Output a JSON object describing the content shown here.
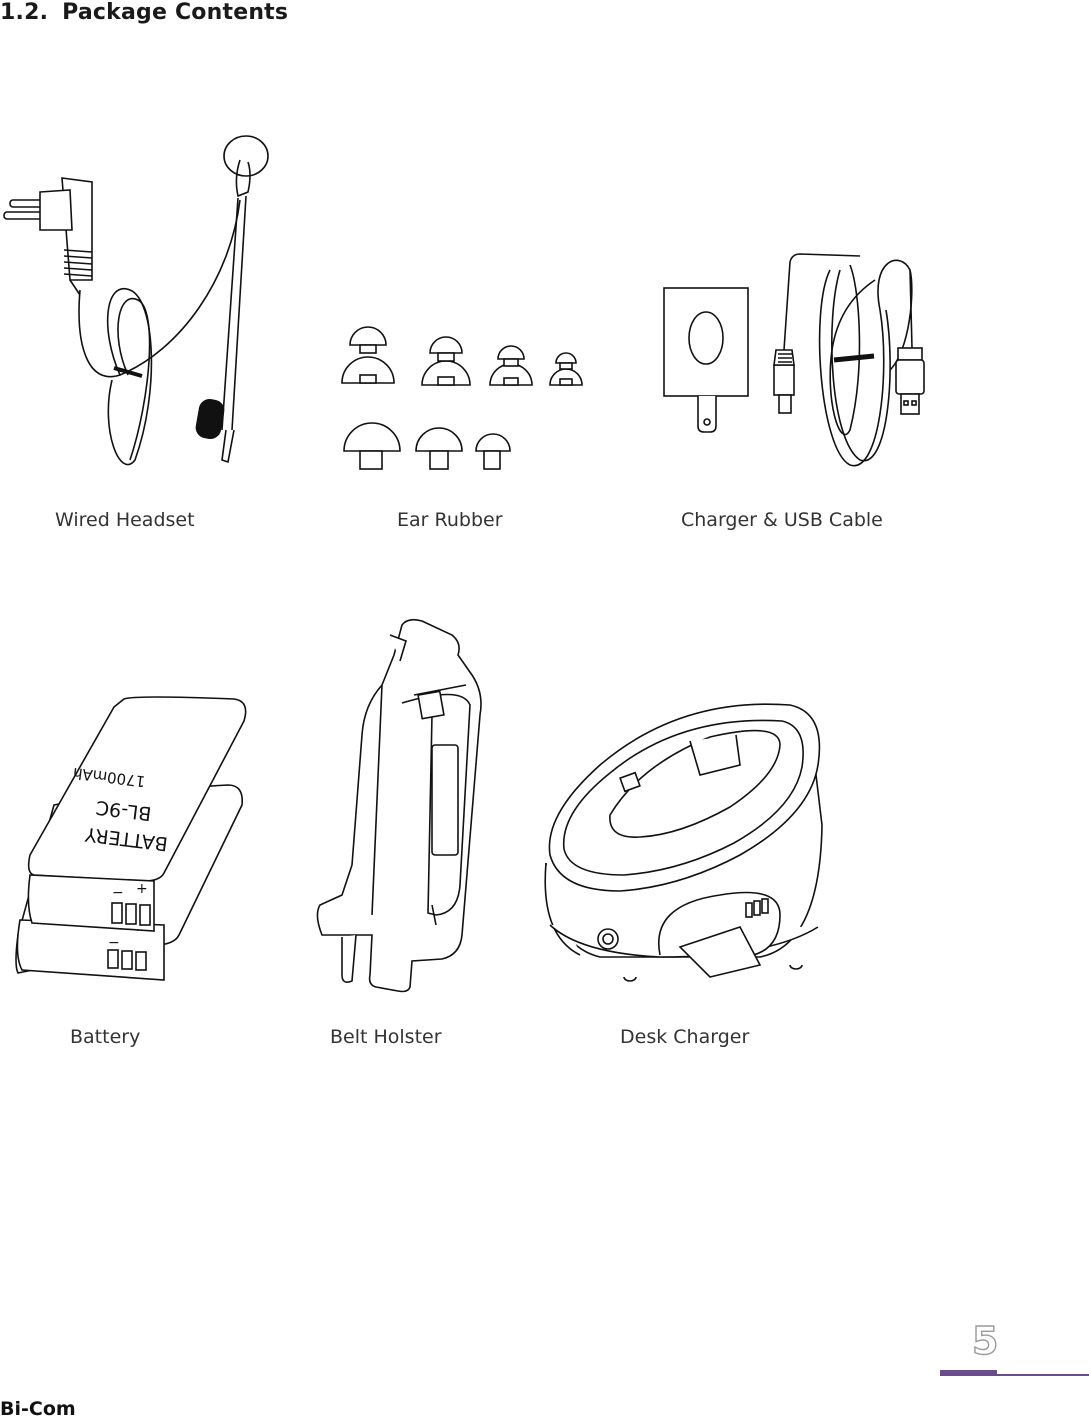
{
  "section": {
    "number": "1.2.",
    "title": "Package Contents"
  },
  "items": [
    {
      "label": "Wired Headset"
    },
    {
      "label": "Ear Rubber"
    },
    {
      "label": "Charger & USB Cable"
    },
    {
      "label": "Battery"
    },
    {
      "label": "Belt Holster"
    },
    {
      "label": "Desk Charger"
    }
  ],
  "battery_text": {
    "brand": "BATTERY",
    "model": "BL-9C",
    "capacity": "1700mAh",
    "minus": "−",
    "plus": "+"
  },
  "footer": {
    "page_number": "5",
    "brand": "Bi-Com",
    "accent_color": "#6b4c8a"
  }
}
